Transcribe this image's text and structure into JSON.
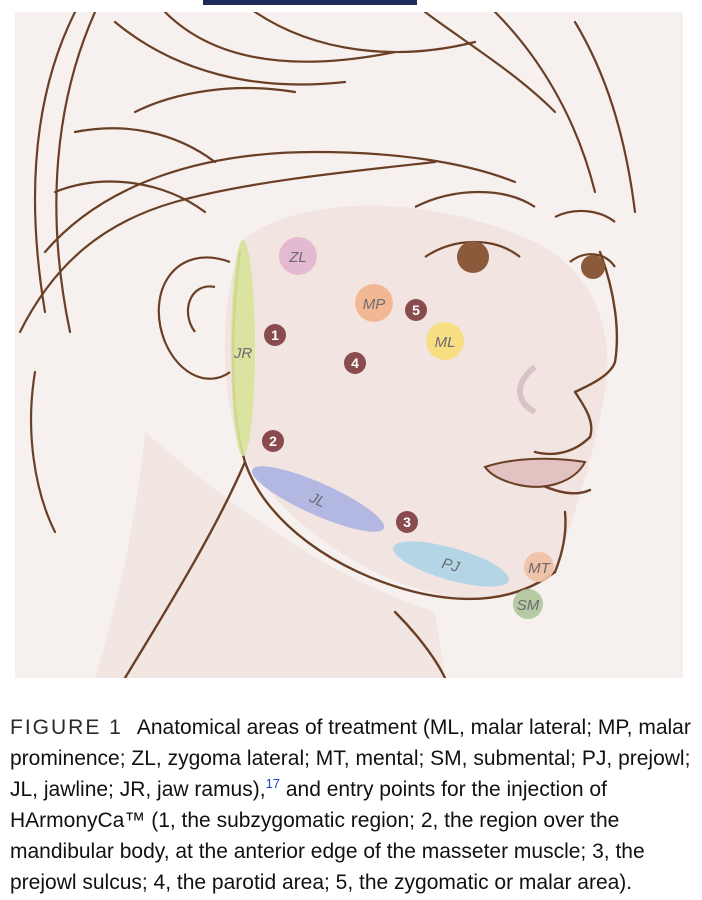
{
  "zones": {
    "ZL": "ZL",
    "MP": "MP",
    "ML": "ML",
    "JR": "JR",
    "JL": "JL",
    "PJ": "PJ",
    "MT": "MT",
    "SM": "SM"
  },
  "entry_points": {
    "p1": "1",
    "p2": "2",
    "p3": "3",
    "p4": "4",
    "p5": "5"
  },
  "colors": {
    "zl": "#e2b6cf",
    "mp": "#f1b48c",
    "ml": "#f8dd7a",
    "jr": "#d9e39a",
    "jl": "#aeb4e3",
    "pj": "#aed4e6",
    "mt": "#efc1a3",
    "sm": "#afc69c",
    "entry": "#8a4b4f",
    "line": "#6b3f25",
    "skin": "#f2e2df"
  },
  "caption": {
    "label": "FIGURE 1",
    "text_before": "Anatomical areas of treatment (ML, malar lateral; MP, malar prominence; ZL, zygoma lateral; MT, mental; SM, submental; PJ, prejowl; JL, jawline; JR, jaw ramus),",
    "ref": "17",
    "text_after": " and entry points for the injection of HArmonyCa™ (1, the subzygomatic region; 2, the region over the mandibular body, at the anterior edge of the masseter muscle; 3, the prejowl sulcus; 4, the parotid area; 5, the zygomatic or malar area)."
  }
}
